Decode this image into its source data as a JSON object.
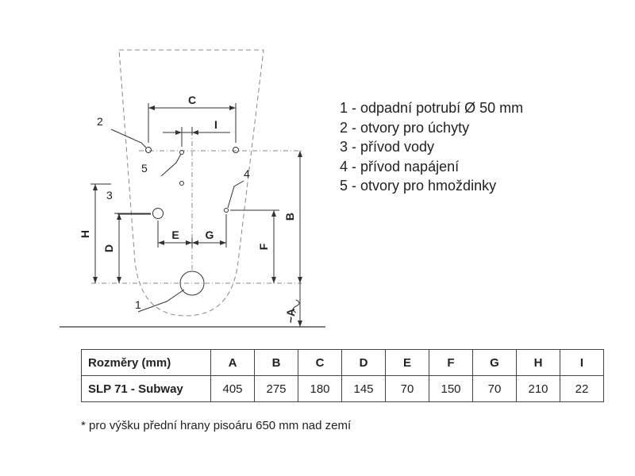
{
  "diagram": {
    "callouts": [
      "1",
      "2",
      "3",
      "4",
      "5"
    ],
    "dimension_letters": [
      "A",
      "B",
      "C",
      "D",
      "E",
      "F",
      "G",
      "H",
      "I"
    ],
    "a_label": "~A"
  },
  "legend": [
    "1 - odpadní potrubí Ø 50 mm",
    "2 - otvory pro úchyty",
    "3 - přívod vody",
    "4 - přívod napájení",
    "5 - otvory pro hmoždinky"
  ],
  "table": {
    "header": [
      "Rozměry (mm)",
      "A",
      "B",
      "C",
      "D",
      "E",
      "F",
      "G",
      "H",
      "I"
    ],
    "row": [
      "SLP 71 - Subway",
      "405",
      "275",
      "180",
      "145",
      "70",
      "150",
      "70",
      "210",
      "22"
    ]
  },
  "footnote": "* pro výšku přední hrany pisoáru 650 mm nad zemí"
}
